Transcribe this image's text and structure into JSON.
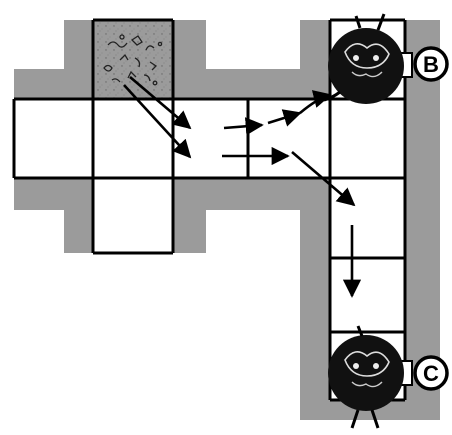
{
  "diagram": {
    "colors": {
      "wall": "#9b9b9b",
      "floor": "#ffffff",
      "outline": "#000000",
      "rubble_floor": "#f4f4f4",
      "token_fill": "#101010",
      "marker_fill": "#ffffff"
    },
    "icons": {
      "rubble": "rubble-icon",
      "monster": "monster-token-icon",
      "arrow": "movement-arrow-icon"
    },
    "markers": [
      {
        "id": "B",
        "label": "B"
      },
      {
        "id": "C",
        "label": "C"
      }
    ]
  }
}
